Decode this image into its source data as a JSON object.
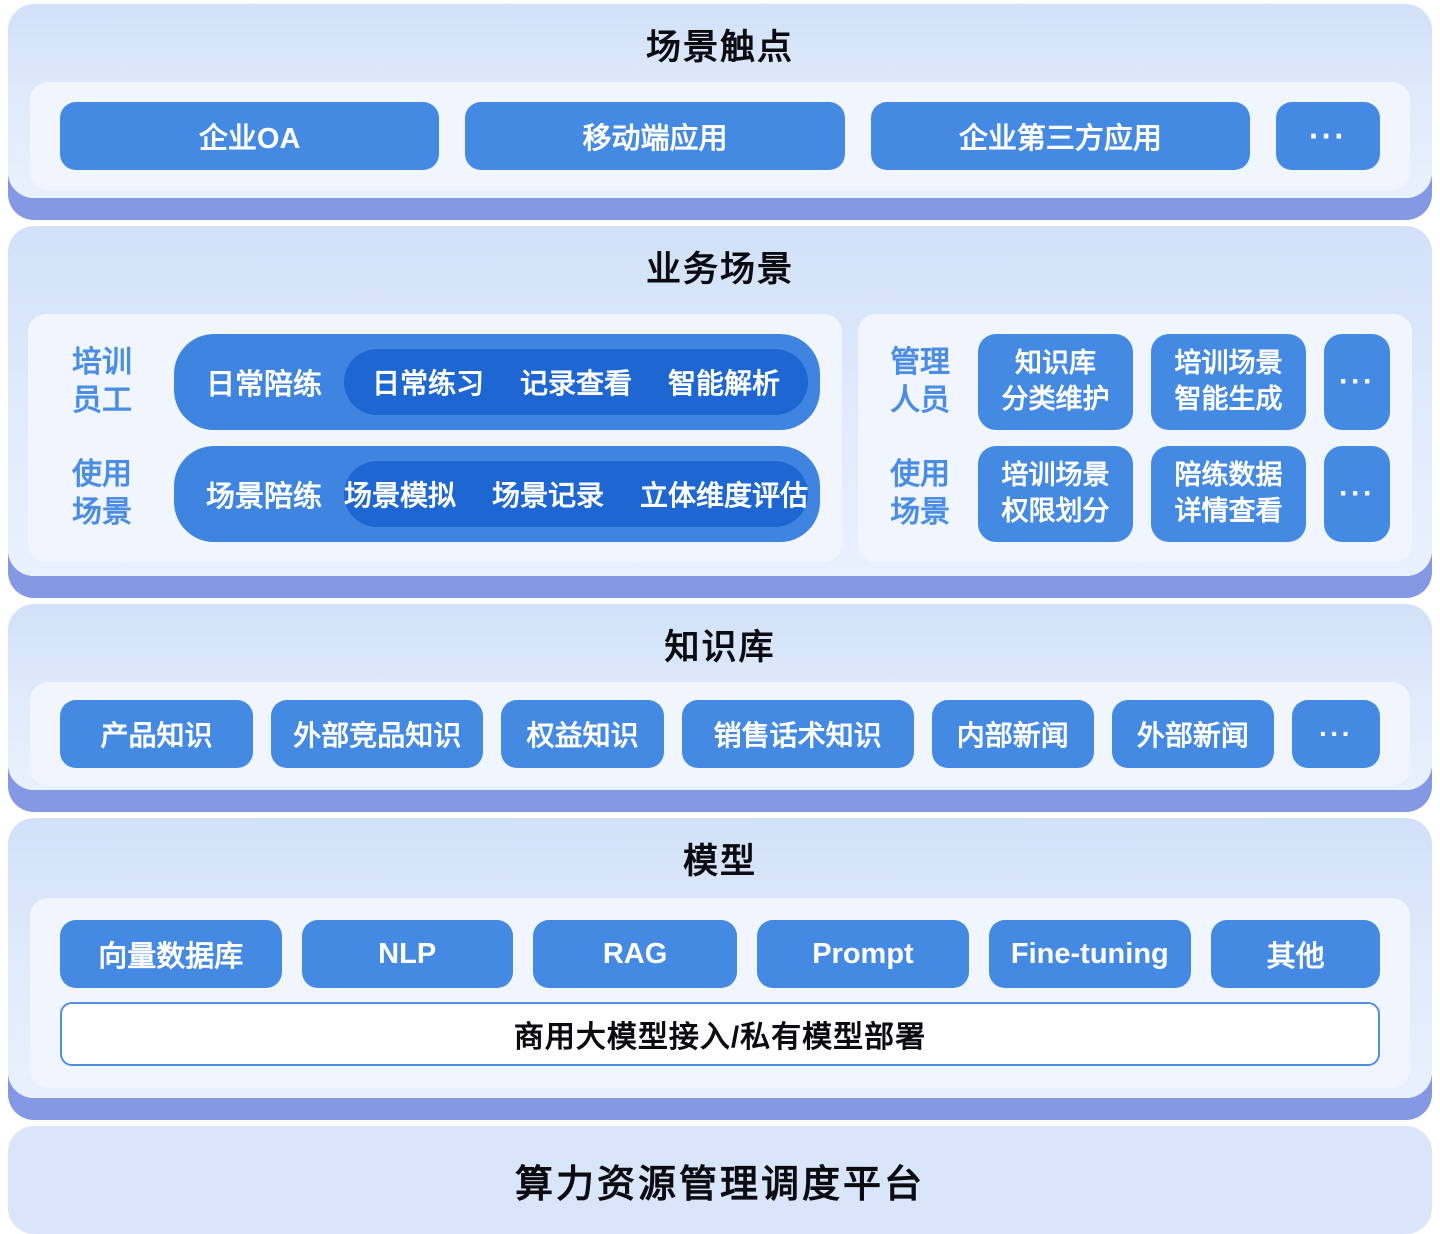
{
  "sections": {
    "touchpoints": {
      "title": "场景触点",
      "buttons": [
        "企业OA",
        "移动端应用",
        "企业第三方应用"
      ],
      "more": "···"
    },
    "business": {
      "title": "业务场景",
      "left": {
        "labels": [
          {
            "line1": "培训",
            "line2": "员工"
          },
          {
            "line1": "使用",
            "line2": "场景"
          }
        ],
        "rows": [
          {
            "label": "日常陪练",
            "items": [
              "日常练习",
              "记录查看",
              "智能解析"
            ]
          },
          {
            "label": "场景陪练",
            "items": [
              "场景模拟",
              "场景记录",
              "立体维度评估"
            ]
          }
        ]
      },
      "right": {
        "labels": [
          {
            "line1": "管理",
            "line2": "人员"
          },
          {
            "line1": "使用",
            "line2": "场景"
          }
        ],
        "rows": [
          {
            "buttons": [
              {
                "line1": "知识库",
                "line2": "分类维护"
              },
              {
                "line1": "培训场景",
                "line2": "智能生成"
              }
            ],
            "more": "···"
          },
          {
            "buttons": [
              {
                "line1": "培训场景",
                "line2": "权限划分"
              },
              {
                "line1": "陪练数据",
                "line2": "详情查看"
              }
            ],
            "more": "···"
          }
        ]
      }
    },
    "knowledge": {
      "title": "知识库",
      "buttons": [
        "产品知识",
        "外部竞品知识",
        "权益知识",
        "销售话术知识",
        "内部新闻",
        "外部新闻"
      ],
      "more": "···"
    },
    "model": {
      "title": "模型",
      "buttons": [
        "向量数据库",
        "NLP",
        "RAG",
        "Prompt",
        "Fine-tuning",
        "其他"
      ],
      "banner": "商用大模型接入/私有模型部署"
    },
    "platform": {
      "title": "算力资源管理调度平台"
    }
  },
  "colors": {
    "button_blue": "#4489e2",
    "pill_blue": "#3f85e0",
    "deep_pill_blue": "#1e67d2",
    "label_blue": "#4b8de2",
    "card_gradient_top": "#d2e1f8",
    "card_gradient_bottom": "#e9f1fd",
    "inner_panel": "#f1f6fe",
    "shadow_band": "#8598e4",
    "platform_bg": "#d9e6fa",
    "banner_border": "#4f8fe3",
    "title_text": "#0b0b10"
  }
}
